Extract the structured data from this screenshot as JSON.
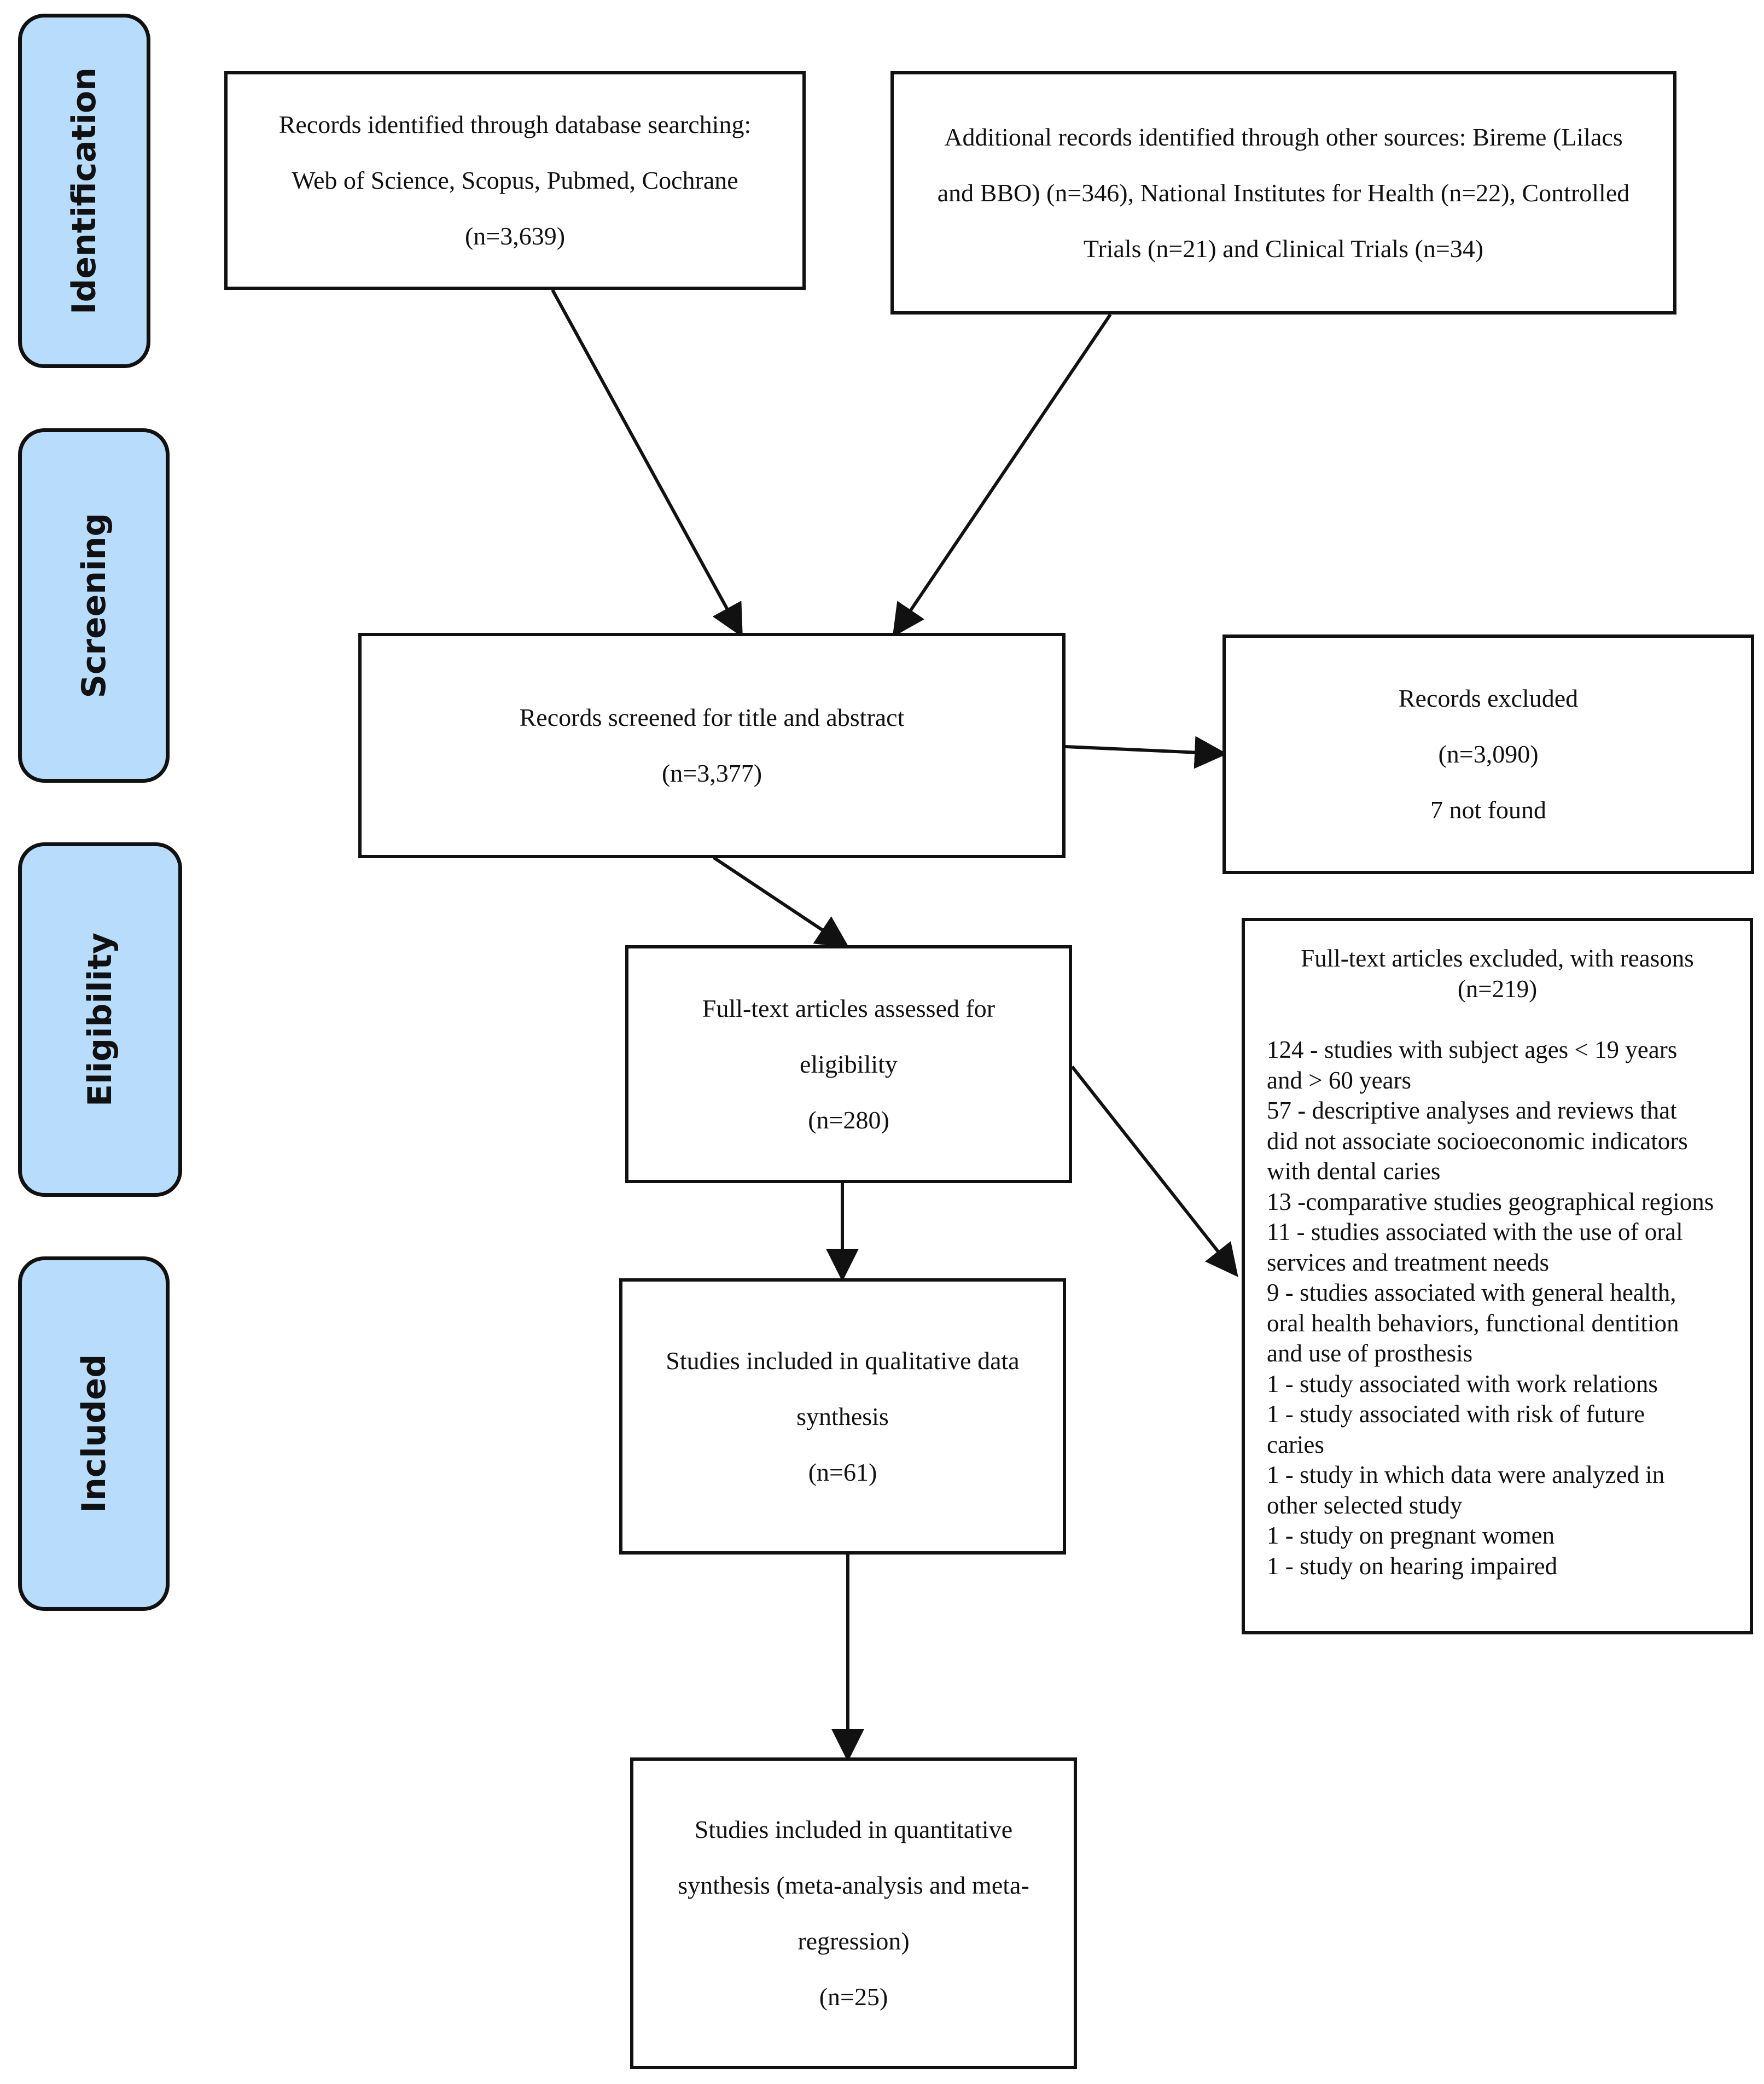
{
  "stages": {
    "identification": "Identification",
    "screening": "Screening",
    "eligibility": "Eligibility",
    "included": "Included"
  },
  "boxes": {
    "database": [
      "Records identified through database searching:",
      "Web of Science, Scopus, Pubmed, Cochrane",
      "(n=3,639)"
    ],
    "other_sources": [
      "Additional records identified through other sources: Bireme (Lilacs",
      "and BBO) (n=346), National Institutes for Health (n=22), Controlled",
      "Trials (n=21) and Clinical Trials (n=34)"
    ],
    "screened": [
      "Records screened for title and abstract",
      "(n=3,377)"
    ],
    "excluded": [
      "Records excluded",
      "(n=3,090)",
      "7 not found"
    ],
    "fulltext": [
      "Full-text articles assessed for",
      "eligibility",
      "(n=280)"
    ],
    "qualitative": [
      "Studies included in qualitative  data",
      "synthesis",
      "(n=61)"
    ],
    "quantitative": [
      "Studies included in quantitative",
      "synthesis (meta-analysis and meta-",
      "regression)",
      "(n=25)"
    ]
  },
  "exclusions": {
    "title": [
      "Full-text articles excluded, with reasons",
      "(n=219)"
    ],
    "items": [
      "124 - studies with subject ages < 19 years",
      "and > 60 years",
      "57 - descriptive analyses and reviews that",
      " did not associate socioeconomic indicators",
      " with dental caries",
      "13 -comparative studies geographical regions",
      "11 - studies associated with the use of oral",
      "services and treatment needs",
      "9 - studies associated with general health,",
      "oral health behaviors, functional dentition",
      "and use of prosthesis",
      "1 - study associated with work relations",
      "1 - study associated with risk of future",
      "caries",
      "1 - study in which data were analyzed in",
      "other  selected study",
      "1 - study on pregnant women",
      "1 - study on hearing impaired"
    ]
  }
}
